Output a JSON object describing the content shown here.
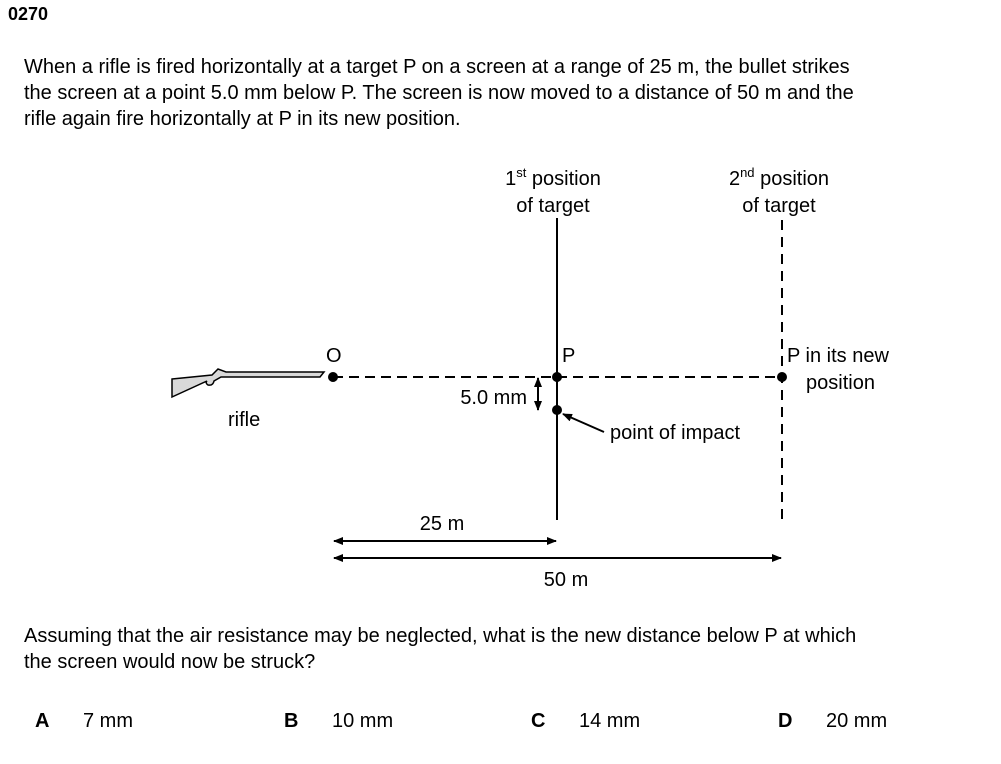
{
  "question_number": "0270",
  "stem_lines": [
    "When a rifle is fired horizontally at a target P on a screen at a range of 25 m, the bullet strikes",
    "the screen at a point 5.0 mm below P.  The screen is now moved to a distance of 50 m and the",
    "rifle again fire horizontally at P in its new position."
  ],
  "diagram": {
    "first_position": {
      "num": "1",
      "sup": "st",
      "line1": " position",
      "line2": "of target"
    },
    "second_position": {
      "num": "2",
      "sup": "nd",
      "line1": " position",
      "line2": "of target"
    },
    "label_O": "O",
    "label_P": "P",
    "label_P_new_1": "P in its new",
    "label_P_new_2": "position",
    "label_rifle": "rifle",
    "label_drop": "5.0 mm",
    "label_impact": "point of impact",
    "label_25m": "25 m",
    "label_50m": "50 m"
  },
  "question_lines": [
    "Assuming that the air resistance may be neglected, what is the new distance below P at which",
    "the screen would now be struck?"
  ],
  "options": [
    {
      "letter": "A",
      "text": "7 mm"
    },
    {
      "letter": "B",
      "text": "10 mm"
    },
    {
      "letter": "C",
      "text": "14 mm"
    },
    {
      "letter": "D",
      "text": "20 mm"
    }
  ]
}
